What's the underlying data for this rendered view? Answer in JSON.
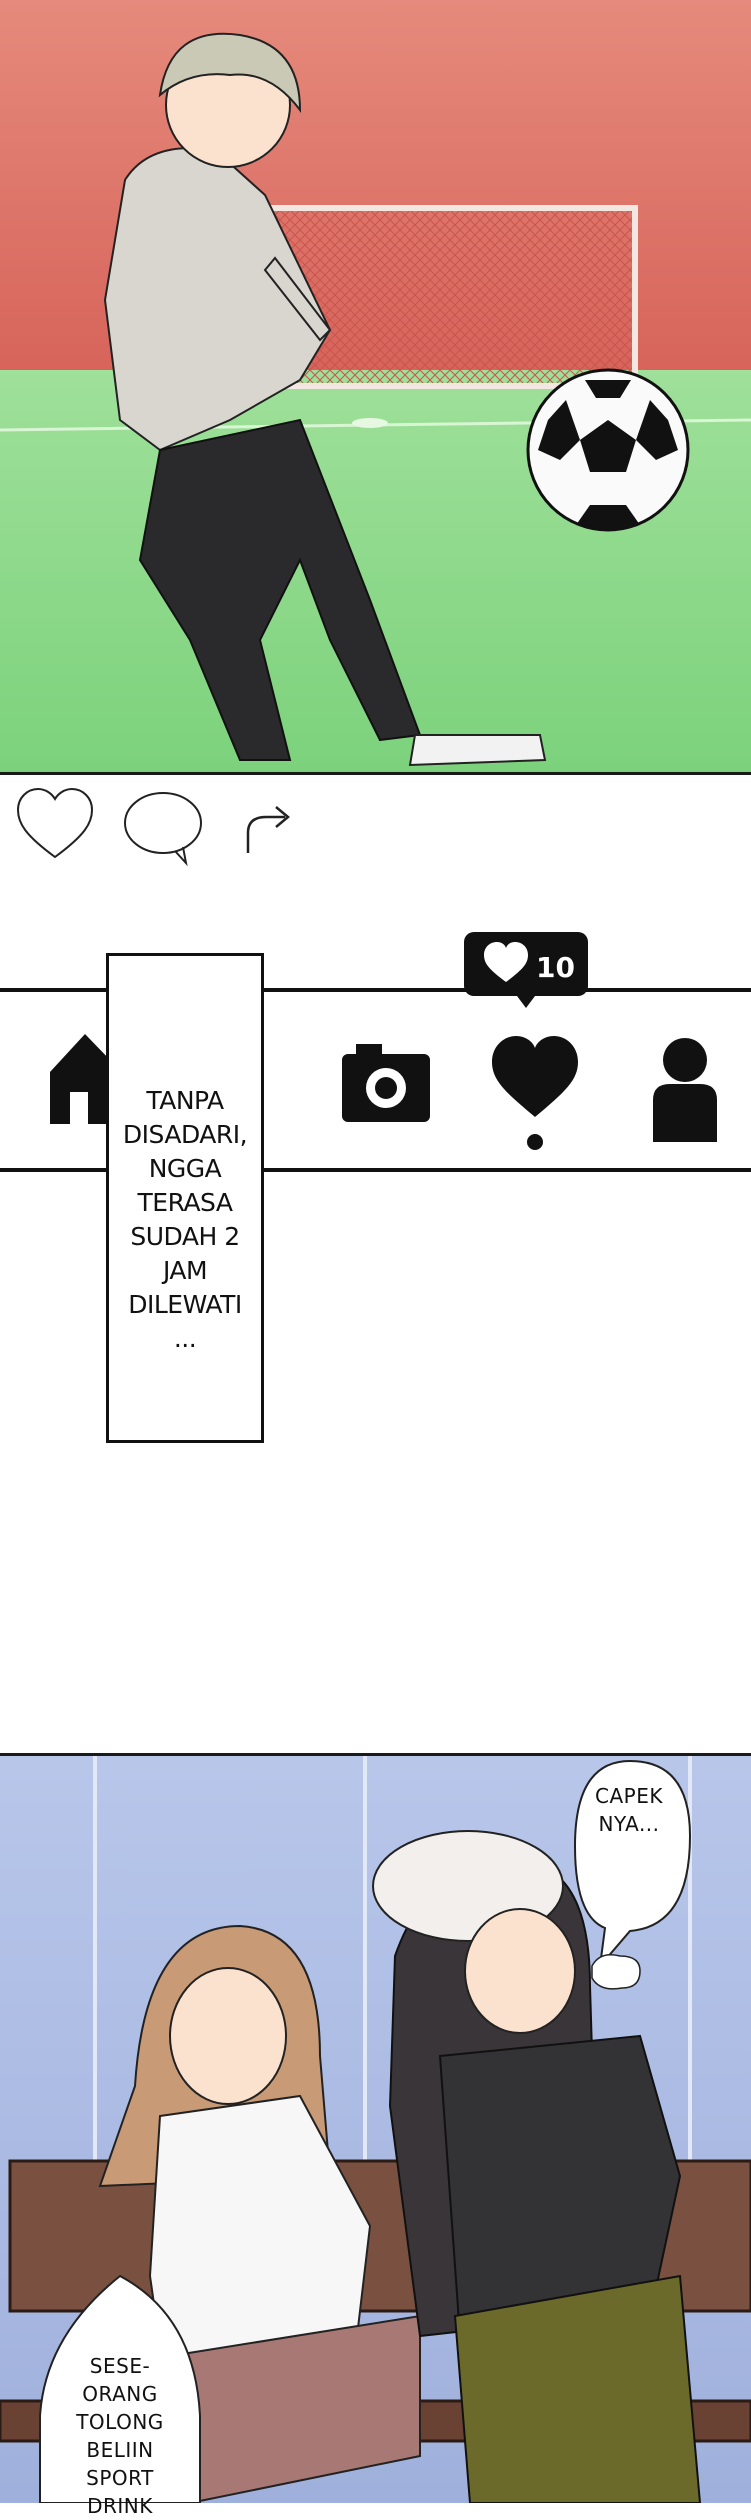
{
  "narration": {
    "text": "TANPA\nDISADARI,\nNGGA\nTERASA\nSUDAH 2\nJAM\nDILEWATI\n..."
  },
  "notification": {
    "count": "10"
  },
  "speech": {
    "right": "CAPEK\nNYA...",
    "left": "SESE-\nORANG\nTOLONG\nBELIIN\nSPORT\nDRINK"
  },
  "icons": {
    "like": "heart-outline-icon",
    "comment": "comment-bubble-icon",
    "share": "share-arrow-icon",
    "home": "home-icon",
    "camera": "camera-icon",
    "activity": "heart-filled-icon",
    "profile": "person-icon"
  },
  "colors": {
    "wall_red": "#d9766a",
    "field_green": "#8fd88a",
    "bench_wall_blue": "#aebde3",
    "ink": "#111111"
  }
}
